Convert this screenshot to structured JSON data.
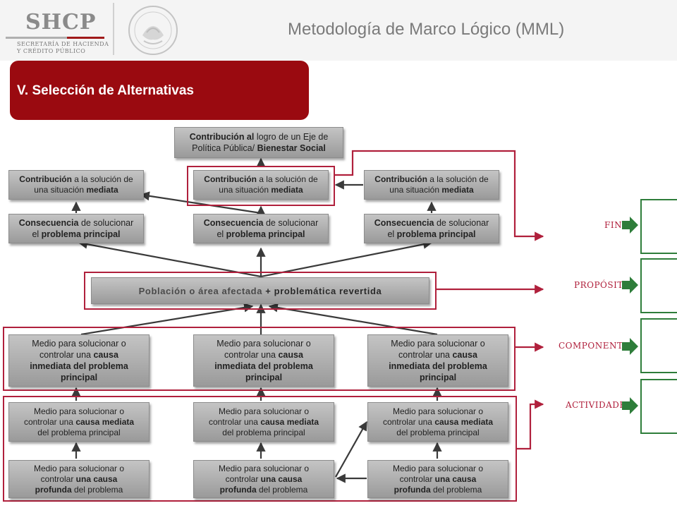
{
  "header": {
    "logo_title": "SHCP",
    "logo_sub1": "SECRETARÍA DE HACIENDA",
    "logo_sub2": "Y CRÉDITO PÚBLICO",
    "page_title": "Metodología de Marco Lógico (MML)"
  },
  "section": {
    "title": "V. Selección de Alternativas"
  },
  "tree": {
    "top": {
      "l1a": "Contribución al",
      "l1b": " logro de un Eje de",
      "l2a": "Política Pública/ ",
      "l2b": "Bienestar Social"
    },
    "contrib": [
      {
        "a": "Contribución",
        "b": " a la solución de",
        "c": "una situación ",
        "d": "mediata"
      },
      {
        "a": "Contribución",
        "b": " a la solución de",
        "c": "una situación ",
        "d": "mediata"
      },
      {
        "a": "Contribución",
        "b": " a la solución de",
        "c": "una situación ",
        "d": "mediata"
      }
    ],
    "conseq": [
      {
        "a": "Consecuencia",
        "b": " de solucionar",
        "c": "el ",
        "d": "problema principal"
      },
      {
        "a": "Consecuencia",
        "b": " de solucionar",
        "c": "el ",
        "d": "problema principal"
      },
      {
        "a": "Consecuencia",
        "b": " de solucionar",
        "c": "el ",
        "d": "problema principal"
      }
    ],
    "population": {
      "a": "Población o área afectada",
      "b": " + problemática revertida"
    },
    "immediate": [
      {
        "a": "Medio para solucionar o",
        "b": "controlar una ",
        "c": "causa",
        "d": "inmediata del problema",
        "e": "principal"
      },
      {
        "a": "Medio para solucionar o",
        "b": "controlar una ",
        "c": "causa",
        "d": "inmediata del problema",
        "e": "principal"
      },
      {
        "a": "Medio para solucionar o",
        "b": "controlar una ",
        "c": "causa",
        "d": "inmediata del problema",
        "e": "principal"
      }
    ],
    "mediate": [
      {
        "a": "Medio para solucionar o",
        "b": "controlar una ",
        "c": "causa mediata",
        "d": "del problema principal"
      },
      {
        "a": "Medio para solucionar o",
        "b": "controlar una ",
        "c": "causa mediata",
        "d": "del problema principal"
      },
      {
        "a": "Medio para solucionar o",
        "b": "controlar una ",
        "c": "causa mediata",
        "d": "del problema principal"
      }
    ],
    "deep": [
      {
        "a": "Medio para solucionar o",
        "b": "controlar ",
        "c": "una causa",
        "d": "profunda",
        "e": " del problema"
      },
      {
        "a": "Medio para solucionar o",
        "b": "controlar ",
        "c": "una causa",
        "d": "profunda",
        "e": " del problema"
      },
      {
        "a": "Medio para solucionar o",
        "b": "controlar ",
        "c": "una causa",
        "d": "profunda",
        "e": " del problema"
      }
    ]
  },
  "mml": {
    "fin": "FIN",
    "proposito": "PROPÓSITO",
    "componentes": "COMPONENTES",
    "actividades": "ACTIVIDADES"
  },
  "colors": {
    "banner": "#9a0a10",
    "frame": "#b0203c",
    "mml_green": "#2e7d3a",
    "box_gray": "#a8a8a8"
  }
}
